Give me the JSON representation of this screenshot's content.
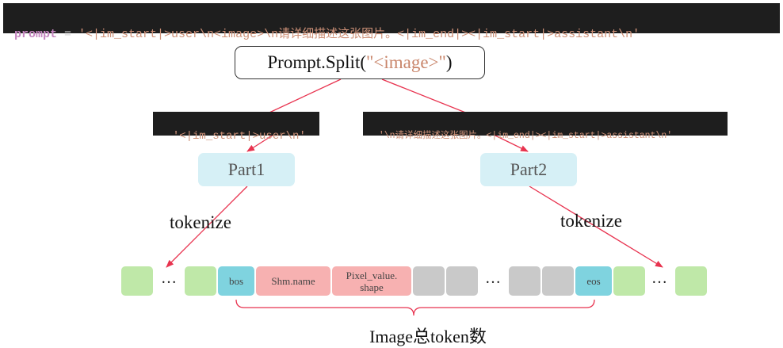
{
  "code_line": {
    "keyword": "prompt",
    "op": " = ",
    "string": "'<|im_start|>user\\n<image>\\n请详细描述这张图片。<|im_end|><|im_start|>assistant\\n'"
  },
  "split_call": {
    "prefix": "Prompt.Split(",
    "arg": "\"<image>\"",
    "suffix": ")"
  },
  "left_snippet": "'<|im_start|>user\\n'",
  "right_snippet": "'\\n请详细描述这张图片。<|im_end|><|im_start|>assistant\\n'",
  "parts": {
    "part1": "Part1",
    "part2": "Part2"
  },
  "tokenize_left": "tokenize",
  "tokenize_right": "tokenize",
  "tokens": {
    "ellipsis": "…",
    "bos": "bos",
    "shm_name": "Shm.name",
    "pixel_line1": "Pixel_value.",
    "pixel_line2": "shape",
    "eos": "eos"
  },
  "total_label": "Image总token数",
  "colors": {
    "arrow": "#e8334f",
    "token_green": "#bfe8a8",
    "token_cyan": "#7fd3df",
    "token_pink": "#f7b1b1",
    "token_gray": "#c9c9c9",
    "part_fill": "#d6f0f6"
  }
}
